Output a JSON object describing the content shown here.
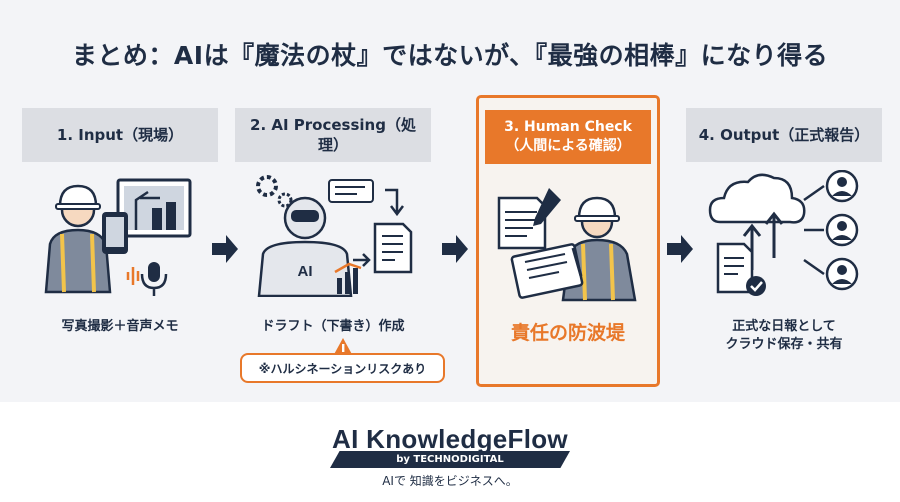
{
  "title": "まとめ：AIは『魔法の杖』ではないが、『最強の相棒』になり得る",
  "steps": [
    {
      "header": "1. Input（現場）",
      "caption": "写真撮影＋音声メモ"
    },
    {
      "header": "2. AI Processing（処理）",
      "caption": "ドラフト（下書き）作成",
      "warning": "※ハルシネーションリスクあり",
      "robot_label": "AI"
    },
    {
      "header_line1": "3. Human Check",
      "header_line2": "（人間による確認）",
      "caption": "責任の防波堤"
    },
    {
      "header": "4. Output（正式報告）",
      "caption_line1": "正式な日報として",
      "caption_line2": "クラウド保存・共有"
    }
  ],
  "brand": {
    "name": "AI KnowledgeFlow",
    "byline": "by TECHNODIGITAL",
    "tagline": "AIで 知識をビジネスへ。"
  },
  "colors": {
    "navy": "#1f2d44",
    "orange": "#e8782a",
    "panel": "#f3f4f7",
    "header_gray": "#dcdee3"
  }
}
